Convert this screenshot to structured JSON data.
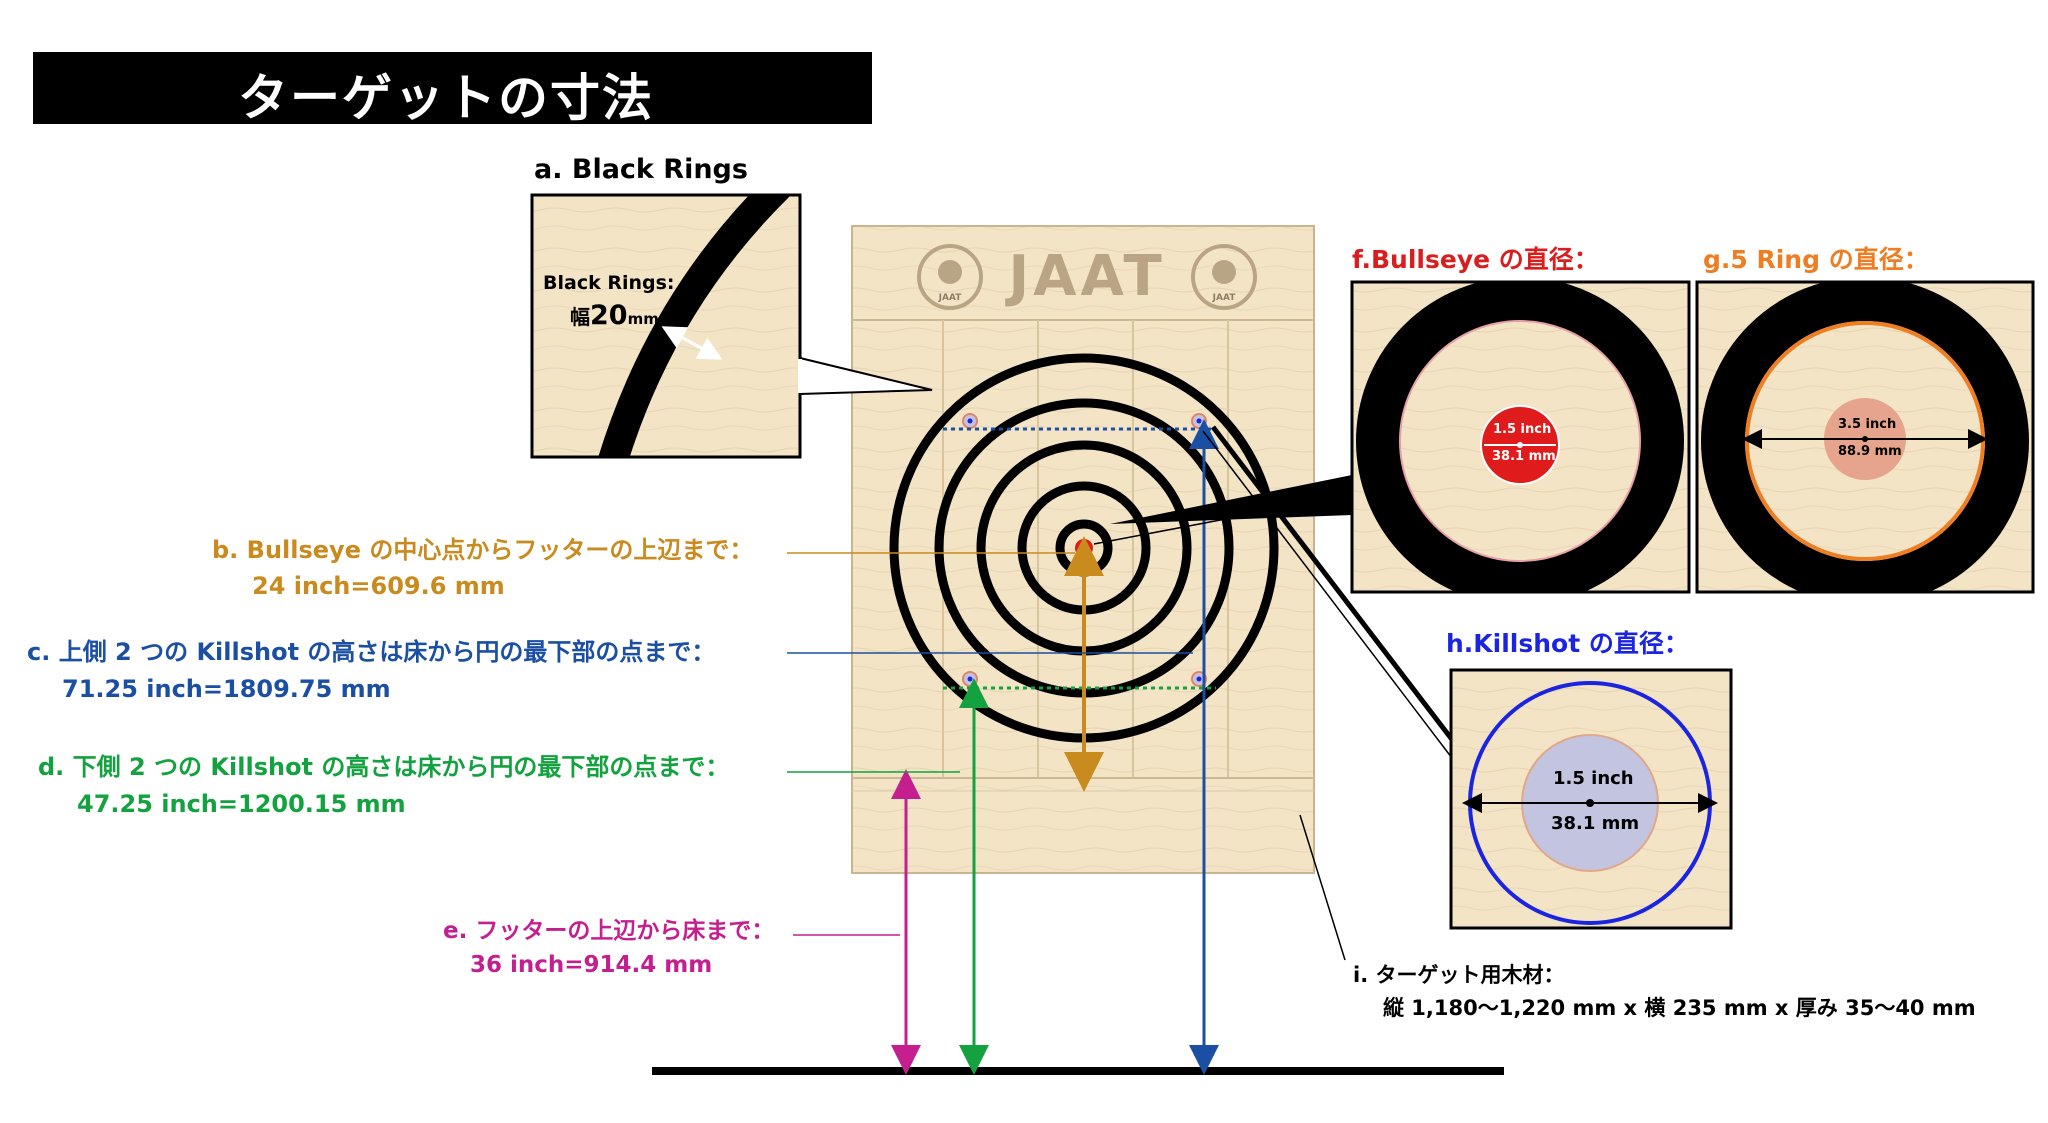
{
  "title": "ターゲットの寸法",
  "board": {
    "logo_text": "JAAT",
    "seal_text": "JAAT"
  },
  "labels": {
    "a_title": "a. Black Rings",
    "a_detail_line1": "Black Rings:",
    "a_detail_line2_prefix": "幅",
    "a_detail_value": "20",
    "a_detail_unit": "mm",
    "b_line1": "b. Bullseye の中心点からフッターの上辺まで：",
    "b_line2": "24 inch=609.6 mm",
    "c_line1": "c. 上側 2 つの Killshot の高さは床から円の最下部の点まで：",
    "c_line2": "71.25 inch=1809.75 mm",
    "d_line1": "d. 下側 2 つの Killshot の高さは床から円の最下部の点まで：",
    "d_line2": "47.25 inch=1200.15 mm",
    "e_line1": "e. フッターの上辺から床まで：",
    "e_line2": "36 inch=914.4 mm",
    "f_title": "f.Bullseye の直径：",
    "f_inch": "1.5 inch",
    "f_mm": "38.1 mm",
    "g_title": "g.5 Ring の直径：",
    "g_inch": "3.5 inch",
    "g_mm": "88.9 mm",
    "h_title": "h.Killshot の直径：",
    "h_inch": "1.5 inch",
    "h_mm": "38.1 mm",
    "i_line1": "i. ターゲット用木材：",
    "i_line2": "縦 1,180〜1,220 mm x 横 235 mm x 厚み 35〜40 mm"
  },
  "colors": {
    "wood": "#f4e4c6",
    "wood_line": "#d9c4a0",
    "ring": "#000000",
    "bullseye": "#e01b1b",
    "b": "#c98a1e",
    "c": "#1a4fa3",
    "d": "#13a23f",
    "e": "#c41e8f",
    "f": "#d81e1e",
    "g": "#ef7d22",
    "h": "#1b24e0",
    "killshot_fill": "#c2c4e0"
  }
}
